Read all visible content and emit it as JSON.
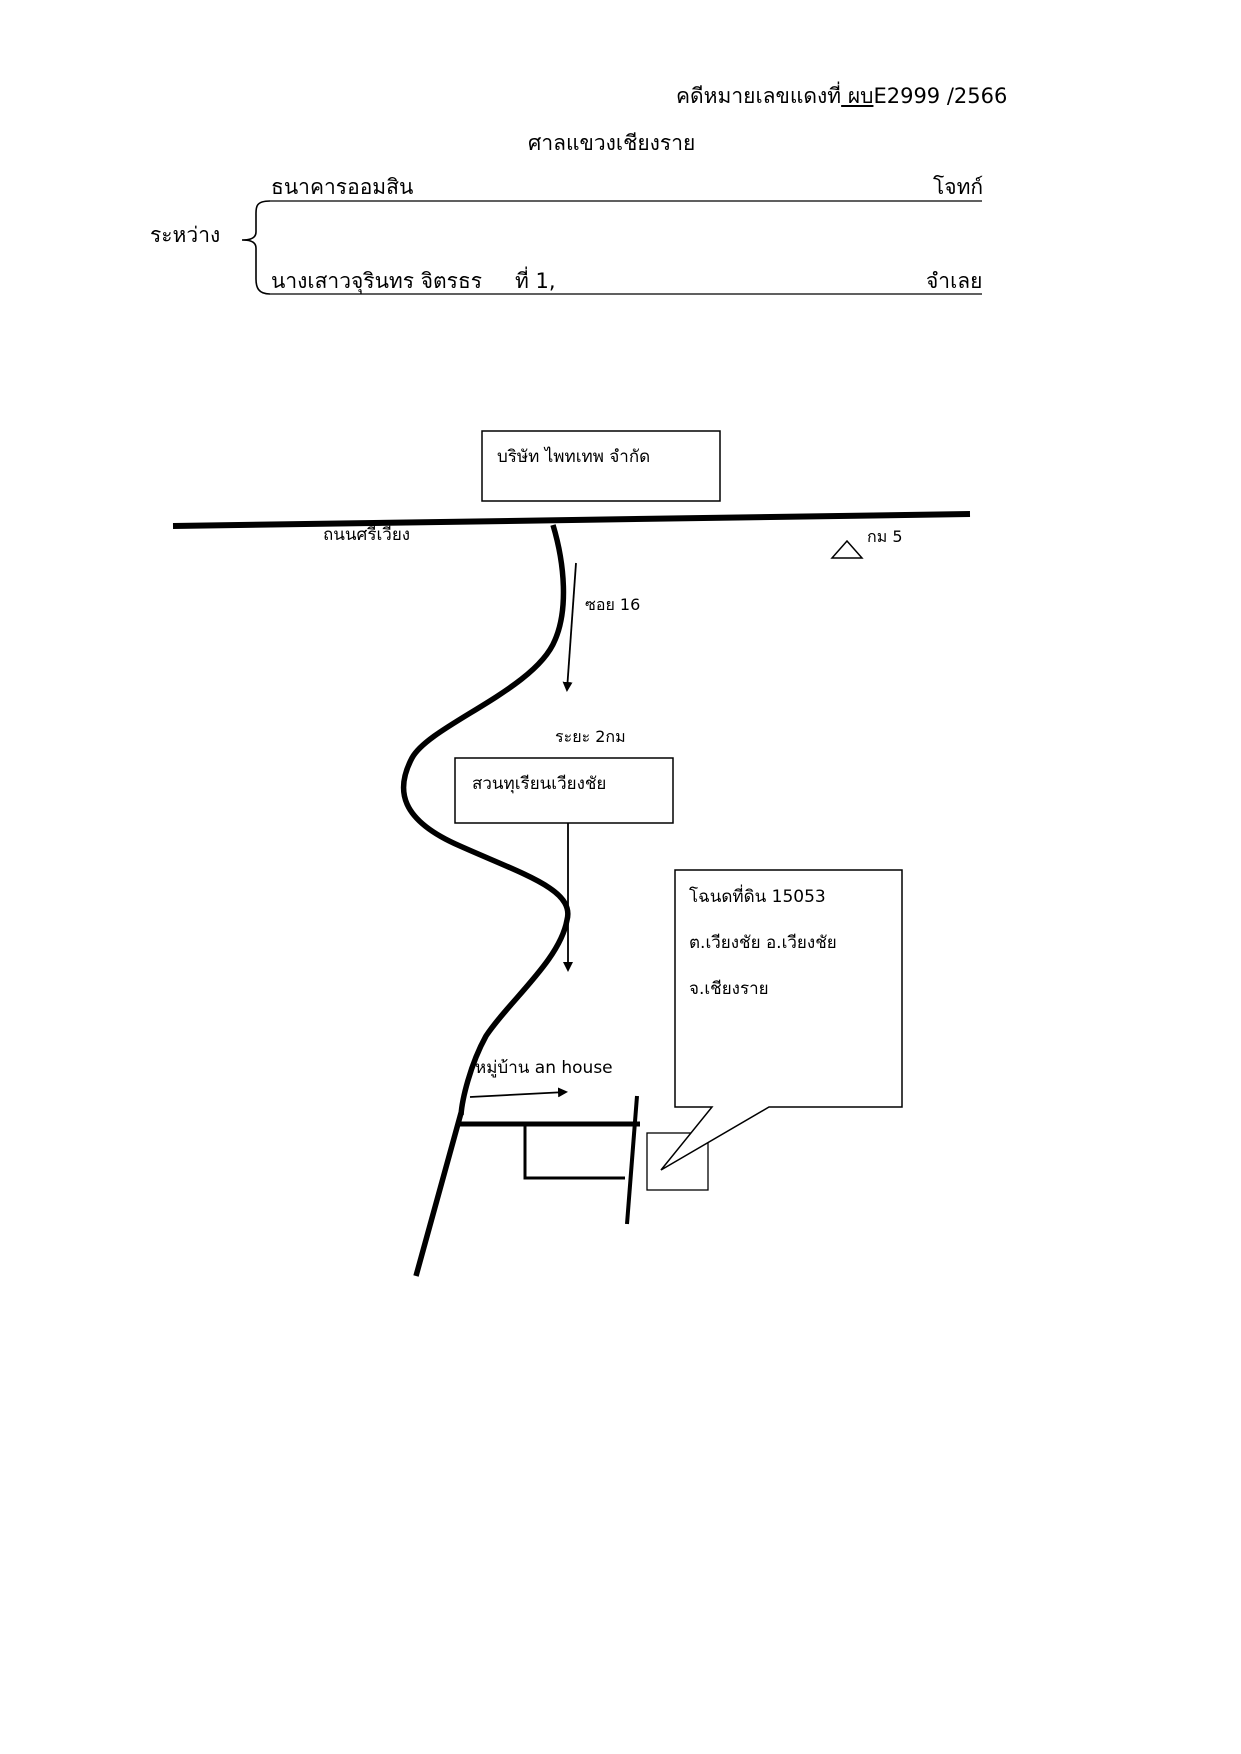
{
  "header": {
    "case_label": "คดีหมายเลขแดงที่",
    "case_prefix": " ผบ",
    "case_number": "E2999 /2566",
    "court": "ศาลแขวงเชียงราย",
    "between_label": "ระหว่าง",
    "plaintiff_name": "ธนาคารออมสิน",
    "plaintiff_role": "โจทก์",
    "defendant_name": "นางเสาวจุรินทร จิตรธร",
    "defendant_number": "ที่ 1,",
    "defendant_role": "จำเลย"
  },
  "map": {
    "company_box": "บริษัท ไพทเทพ จำกัด",
    "main_road": "ถนนศรีเวียง",
    "km_marker": "กม  5",
    "soi_label": "ซอย  16",
    "distance_label": "ระยะ  2กม",
    "orchard_box": "สวนทุเรียนเวียงชัย",
    "village_label": "หมู่บ้าน  an house",
    "deed_line1": "โฉนดที่ดิน  15053",
    "deed_line2": "ต.เวียงชัย อ.เวียงชัย",
    "deed_line3": "จ.เชียงราย"
  }
}
